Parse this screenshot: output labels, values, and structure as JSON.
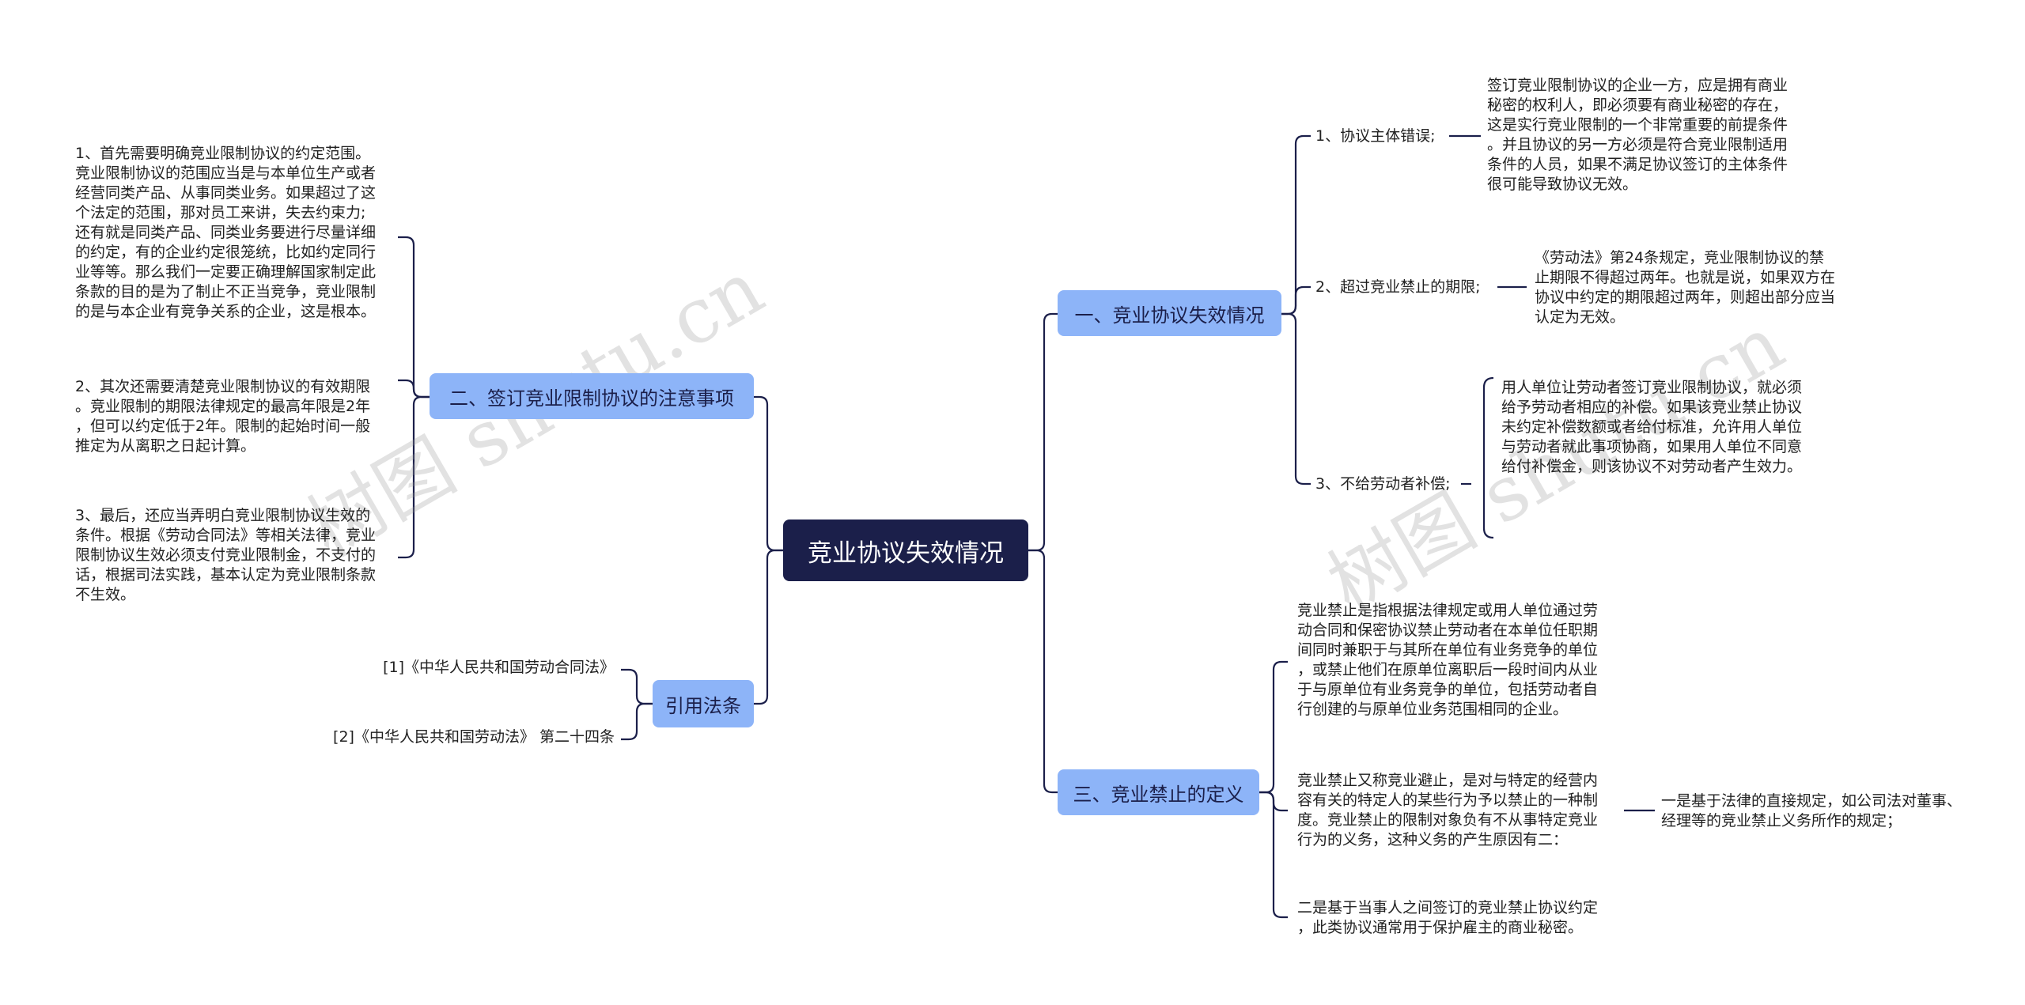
{
  "root": "竞业协议失效情况",
  "watermark": "树图 shutu.cn",
  "left": {
    "notes": {
      "label": "二、签订竞业限制协议的注意事项",
      "items": [
        [
          "1、首先需要明确竞业限制协议的约定范围。",
          "竞业限制协议的范围应当是与本单位生产或者",
          "经营同类产品、从事同类业务。如果超过了这",
          "个法定的范围，那对员工来讲，失去约束力;",
          "还有就是同类产品、同类业务要进行尽量详细",
          "的约定，有的企业约定很笼统，比如约定同行",
          "业等等。那么我们一定要正确理解国家制定此",
          "条款的目的是为了制止不正当竞争，竞业限制",
          "的是与本企业有竞争关系的企业，这是根本。"
        ],
        [
          "2、其次还需要清楚竞业限制协议的有效期限",
          "。竞业限制的期限法律规定的最高年限是2年",
          "，但可以约定低于2年。限制的起始时间一般",
          "推定为从离职之日起计算。"
        ],
        [
          "3、最后，还应当弄明白竞业限制协议生效的",
          "条件。根据《劳动合同法》等相关法律，竞业",
          "限制协议生效必须支付竞业限制金，不支付的",
          "话，根据司法实践，基本认定为竞业限制条款",
          "不生效。"
        ]
      ]
    },
    "refs": {
      "label": "引用法条",
      "items": [
        "[1]《中华人民共和国劳动合同法》",
        "[2]《中华人民共和国劳动法》 第二十四条"
      ]
    }
  },
  "right": {
    "failure": {
      "label": "一、竞业协议失效情况",
      "items": [
        {
          "label": "1、协议主体错误;",
          "text": [
            "签订竞业限制协议的企业一方，应是拥有商业",
            "秘密的权利人，即必须要有商业秘密的存在，",
            "这是实行竞业限制的一个非常重要的前提条件",
            "。并且协议的另一方必须是符合竞业限制适用",
            "条件的人员，如果不满足协议签订的主体条件",
            "很可能导致协议无效。"
          ]
        },
        {
          "label": "2、超过竞业禁止的期限;",
          "text": [
            "《劳动法》第24条规定，竞业限制协议的禁",
            "止期限不得超过两年。也就是说，如果双方在",
            "协议中约定的期限超过两年，则超出部分应当",
            "认定为无效。"
          ]
        },
        {
          "label": "3、不给劳动者补偿;",
          "text": [
            "用人单位让劳动者签订竞业限制协议，就必须",
            "给予劳动者相应的补偿。如果该竞业禁止协议",
            "未约定补偿数额或者给付标准，允许用人单位",
            "与劳动者就此事项协商，如果用人单位不同意",
            "给付补偿金，则该协议不对劳动者产生效力。"
          ]
        }
      ]
    },
    "definition": {
      "label": "三、竞业禁止的定义",
      "items": [
        [
          "竞业禁止是指根据法律规定或用人单位通过劳",
          "动合同和保密协议禁止劳动者在本单位任职期",
          "间同时兼职于与其所在单位有业务竞争的单位",
          "，或禁止他们在原单位离职后一段时间内从业",
          "于与原单位有业务竞争的单位，包括劳动者自",
          "行创建的与原单位业务范围相同的企业。"
        ],
        [
          "竞业禁止又称竞业避止，是对与特定的经营内",
          "容有关的特定人的某些行为予以禁止的一种制",
          "度。竞业禁止的限制对象负有不从事特定竞业",
          "行为的义务，这种义务的产生原因有二："
        ],
        [
          "二是基于当事人之间签订的竞业禁止协议约定",
          "，此类协议通常用于保护雇主的商业秘密。"
        ]
      ],
      "sub": [
        "一是基于法律的直接规定，如公司法对董事、",
        "经理等的竞业禁止义务所作的规定；"
      ]
    }
  }
}
